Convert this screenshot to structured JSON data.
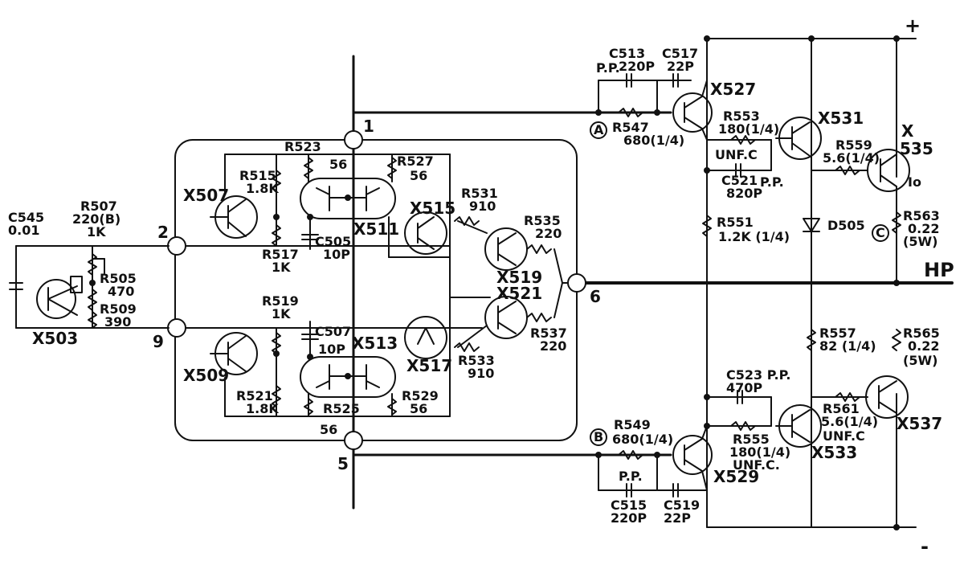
{
  "rails": {
    "plus": "+",
    "minus": "-",
    "output": "HP"
  },
  "pins": {
    "p1": "1",
    "p2": "2",
    "p5": "5",
    "p6": "6",
    "p9": "9"
  },
  "nodes": {
    "a": "A",
    "b": "B",
    "c": "C"
  },
  "transistors": {
    "x503": "X503",
    "x507": "X507",
    "x509": "X509",
    "x511": "X511",
    "x513": "X513",
    "x515": "X515",
    "x517": "X517",
    "x519": "X519",
    "x521": "X521",
    "x527": "X527",
    "x529": "X529",
    "x531": "X531",
    "x533": "X533",
    "x535a": "X",
    "x535b": "535",
    "x537": "X537"
  },
  "resistors": {
    "r505a": "R505",
    "r505b": "470",
    "r507a": "R507",
    "r507b": "220(B)",
    "r507c": "1K",
    "r509a": "R509",
    "r509b": "390",
    "r515a": "R515",
    "r515b": "1.8K",
    "r517a": "R517",
    "r517b": "1K",
    "r519a": "R519",
    "r519b": "1K",
    "r521a": "R521",
    "r521b": "1.8K",
    "r523a": "R523",
    "r523b": "56",
    "r525a": "R525",
    "r525b": "56",
    "r527a": "R527",
    "r527b": "56",
    "r529a": "R529",
    "r529b": "56",
    "r531a": "R531",
    "r531b": "910",
    "r533a": "R533",
    "r533b": "910",
    "r535a": "R535",
    "r535b": "220",
    "r537a": "R537",
    "r537b": "220",
    "r547a": "R547",
    "r547b": "680(1/4)",
    "r549a": "R549",
    "r549b": "680(1/4)",
    "r551a": "R551",
    "r551b": "1.2K (1/4)",
    "r553a": "R553",
    "r553b": "180(1/4)",
    "r555a": "R555",
    "r555b": "180(1/4)",
    "r557a": "R557",
    "r557b": "82 (1/4)",
    "r559a": "R559",
    "r559b": "5.6(1/4)",
    "r561a": "R561",
    "r561b": "5.6(1/4)",
    "r563a": "R563",
    "r563b": "0.22",
    "r563c": "(5W)",
    "r565a": "R565",
    "r565b": "0.22",
    "r565c": "(5W)"
  },
  "capacitors": {
    "c505a": "C505",
    "c505b": "10P",
    "c507a": "C507",
    "c507b": "10P",
    "c513a": "C513",
    "c513b": "220P",
    "c515a": "C515",
    "c515b": "220P",
    "c517a": "C517",
    "c517b": "22P",
    "c519a": "C519",
    "c519b": "22P",
    "c521a": "C521",
    "c521b": "820P",
    "c523a": "C523 P.P.",
    "c523b": "470P",
    "c545a": "C545",
    "c545b": "0.01"
  },
  "notes": {
    "pp1": "P.P.",
    "pp2": "P.P.",
    "pp3": "P.P.",
    "unfc1": "UNF.C",
    "unfc2": "UNF.C",
    "unfc3": "UNF.C.",
    "d505": "D505",
    "io": "Io"
  },
  "colors": {
    "ink": "#111111",
    "paper": "#ffffff"
  }
}
